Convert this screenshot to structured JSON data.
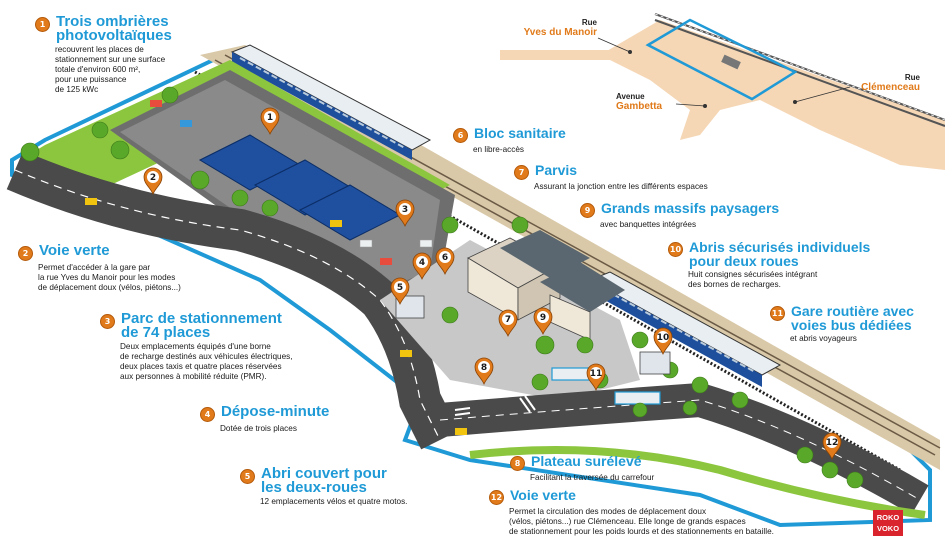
{
  "map": {
    "streets": {
      "manoir_small": "Rue",
      "manoir_big": "Yves du Manoir",
      "gambetta_small": "Avenue",
      "gambetta_big": "Gambetta",
      "clemenceau_small": "Rue",
      "clemenceau_big": "Clémenceau"
    }
  },
  "pins": [
    "1",
    "2",
    "3",
    "4",
    "5",
    "6",
    "7",
    "8",
    "9",
    "10",
    "11",
    "12"
  ],
  "annotations": [
    {
      "num": "1",
      "title": [
        "Trois ombrières",
        "photovoltaïques"
      ],
      "desc": [
        "recouvrent les places de",
        "stationnement sur une surface",
        "totale d'environ 600 m²,",
        "pour une puissance",
        "de 125 kWc"
      ]
    },
    {
      "num": "2",
      "title": [
        "Voie verte"
      ],
      "desc": [
        "Permet d'accéder à la gare par",
        "la rue Yves du Manoir pour les modes",
        "de déplacement doux (vélos, piétons...)"
      ]
    },
    {
      "num": "3",
      "title": [
        "Parc de stationnement",
        "de 74 places"
      ],
      "desc": [
        "Deux emplacements équipés d'une borne",
        "de recharge destinés aux véhicules électriques,",
        "deux places taxis et quatre places réservées",
        "aux personnes à mobilité réduite (PMR)."
      ]
    },
    {
      "num": "4",
      "title": [
        "Dépose-minute"
      ],
      "desc": [
        "Dotée de trois places"
      ]
    },
    {
      "num": "5",
      "title": [
        "Abri couvert pour",
        "les deux-roues"
      ],
      "desc": [
        "12 emplacements vélos et quatre motos."
      ]
    },
    {
      "num": "6",
      "title": [
        "Bloc sanitaire"
      ],
      "desc": [
        "en libre-accès"
      ]
    },
    {
      "num": "7",
      "title": [
        "Parvis"
      ],
      "desc": [
        "Assurant la jonction entre les différents espaces"
      ]
    },
    {
      "num": "8",
      "title": [
        "Plateau surélevé"
      ],
      "desc": [
        "Facilitant la traversée du carrefour"
      ]
    },
    {
      "num": "9",
      "title": [
        "Grands massifs paysagers"
      ],
      "desc": [
        "avec banquettes intégrées"
      ]
    },
    {
      "num": "10",
      "title": [
        "Abris sécurisés individuels",
        "pour deux roues"
      ],
      "desc": [
        "Huit consignes sécurisées intégrant",
        "des bornes de recharges."
      ]
    },
    {
      "num": "11",
      "title": [
        "Gare routière avec",
        "voies bus dédiées"
      ],
      "desc": [
        "et abris voyageurs"
      ]
    },
    {
      "num": "12",
      "title": [
        "Voie verte"
      ],
      "desc": [
        "Permet la circulation des modes de déplacement doux",
        "(vélos, piétons...) rue Clémenceau. Elle longe de grands espaces",
        "de stationnement pour les poids lourds et des stationnements en bataille."
      ]
    }
  ],
  "logo": [
    "ROKO",
    "VOKO"
  ],
  "colors": {
    "accent": "#1f9ad6",
    "pin": "#e07a1a",
    "grass": "#8cc63f",
    "road": "#4a4a4a"
  }
}
